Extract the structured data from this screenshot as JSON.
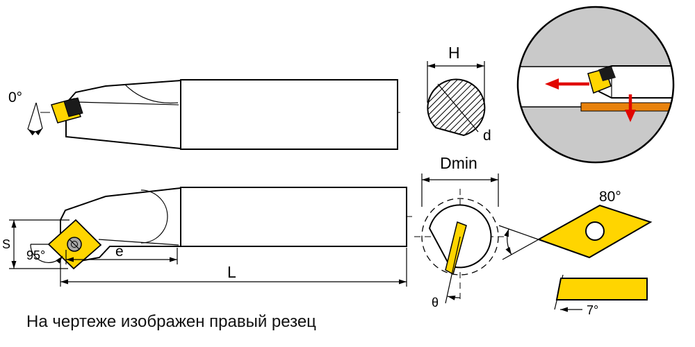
{
  "page": {
    "caption": "На чертеже изображен правый резец"
  },
  "labels": {
    "back_angle": "0°",
    "section_width": "H",
    "section_diameter": "d",
    "min_bore_diameter": "Dmin",
    "inclination_angle": "θ",
    "shank_thickness": "S",
    "lead_angle": "95°",
    "head_length": "e",
    "overall_length": "L",
    "insert_point_angle": "80°",
    "insert_clearance_angle": "7°"
  },
  "colors": {
    "insert": "#ffd500",
    "machined_surface": "#e8820c",
    "feed_arrow": "#e10600",
    "workpiece": "#c9c9c9",
    "screw": "#a8a8a8",
    "clamp": "#1b1b1b"
  }
}
